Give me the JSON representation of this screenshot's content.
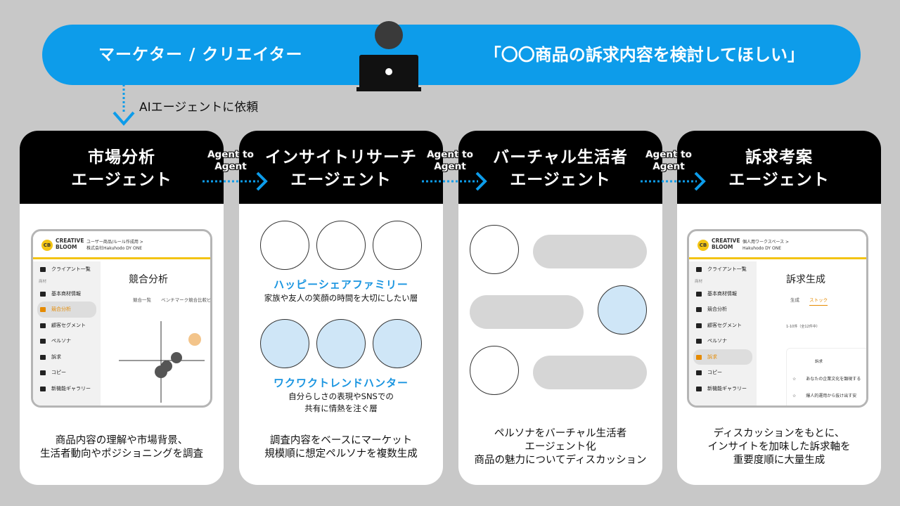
{
  "banner": {
    "left_text": "マーケター / クリエイター",
    "right_text": "「〇〇商品の訴求内容を検討してほしい」"
  },
  "request_label": "AIエージェントに依頼",
  "a2a_label": [
    "Agent to",
    "Agent"
  ],
  "cards": [
    {
      "title1": "市場分析",
      "title2": "エージェント",
      "desc": [
        "商品内容の理解や市場背景、",
        "生活者動向やポジショニングを調査"
      ],
      "screenshot": {
        "logo": [
          "CREATIVE",
          "BLOOM"
        ],
        "breadcrumb": [
          "ユーザー商品/ルール作成用 >",
          "株式会社Hakuhodo DY ONE"
        ],
        "nav": [
          "クライアント一覧",
          "基本商材情報",
          "競合分析",
          "顧客セグメント",
          "ペルソナ",
          "訴求",
          "コピー",
          "新機能ギャラリー"
        ],
        "nav_section": "商材",
        "title": "競合分析",
        "tabs": [
          "競合一覧",
          "ベンチマーク競合比較ビュー"
        ]
      }
    },
    {
      "title1": "インサイトリサーチ",
      "title2": "エージェント",
      "desc": [
        "調査内容をベースにマーケット",
        "規模順に想定ペルソナを複数生成"
      ],
      "personas": [
        {
          "name": "ハッピーシェアファミリー",
          "desc": [
            "家族や友人の笑顔の時間を大切にしたい層"
          ]
        },
        {
          "name": "ワクワクトレンドハンター",
          "desc": [
            "自分らしさの表現やSNSでの",
            "共有に情熱を注ぐ層"
          ]
        }
      ]
    },
    {
      "title1": "バーチャル生活者",
      "title2": "エージェント",
      "desc": [
        "ペルソナをバーチャル生活者",
        "エージェント化",
        "商品の魅力についてディスカッション"
      ]
    },
    {
      "title1": "訴求考案",
      "title2": "エージェント",
      "desc": [
        "ディスカッションをもとに、",
        "インサイトを加味した訴求軸を",
        "重要度順に大量生成"
      ],
      "screenshot": {
        "logo": [
          "CREATIVE",
          "BLOOM"
        ],
        "breadcrumb": [
          "個人用ワークスペース >",
          "Hakuhodo DY ONE"
        ],
        "nav": [
          "クライアント一覧",
          "基本商材情報",
          "競合分析",
          "顧客セグメント",
          "ペルソナ",
          "訴求",
          "コピー",
          "新機能ギャラリー"
        ],
        "nav_section": "商材",
        "title": "訴求生成",
        "tabs": [
          "生成",
          "ストック"
        ],
        "count": "1-10件（全12件中）",
        "col_header": "訴求",
        "rows": [
          "あなたの企業文化を顕現する",
          "爆人的運用から抜け出す安"
        ]
      }
    }
  ],
  "colors": {
    "banner": "#0d9cea",
    "accent_yellow": "#f3c414",
    "persona_blue": "#1a95e0",
    "active_orange": "#e58a00"
  },
  "icons": [
    "person-at-laptop-icon",
    "down-arrow-icon",
    "right-arrow-icon",
    "head-network-icon",
    "home-icon"
  ]
}
